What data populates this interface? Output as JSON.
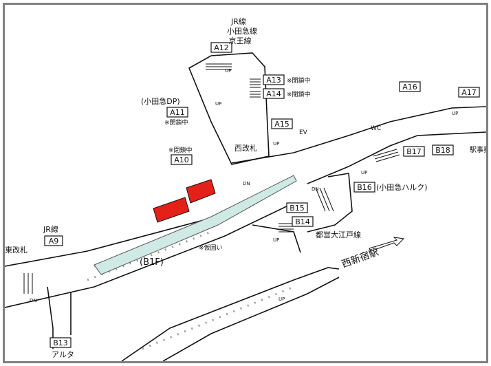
{
  "lines": {
    "jr_top": [
      "JR線",
      "小田急線",
      "京王線"
    ],
    "jr_left": "JR線",
    "floor": "(B1F)",
    "station_name": "西新宿駅",
    "toei": "都営大江戸線",
    "nishi_kaisatsu": "西改札",
    "higashi_kaisatsu": "東改札"
  },
  "exits": {
    "A9": "A9",
    "A10": "A10",
    "A11": "A11",
    "A12": "A12",
    "A13": "A13",
    "A14": "A14",
    "A15": "A15",
    "A16": "A16",
    "A17": "A17",
    "B13": "B13",
    "B14": "B14",
    "B15": "B15",
    "B16": "B16",
    "B17": "B17",
    "B18": "B18"
  },
  "notes": {
    "closed": "※閉鎖中",
    "odakyu_dp": "(小田急DP)",
    "odakyu_halc": "(小田急ハルク)",
    "alta": "アルタ",
    "kakoi": "※仮囲い",
    "ev": "EV",
    "wc": "WC",
    "up": "UP",
    "dn": "DN",
    "eki_jimu": "駅事務"
  },
  "colors": {
    "closed_area": "#e32119",
    "temp_area": "#cfe9e4",
    "line": "#111111"
  }
}
